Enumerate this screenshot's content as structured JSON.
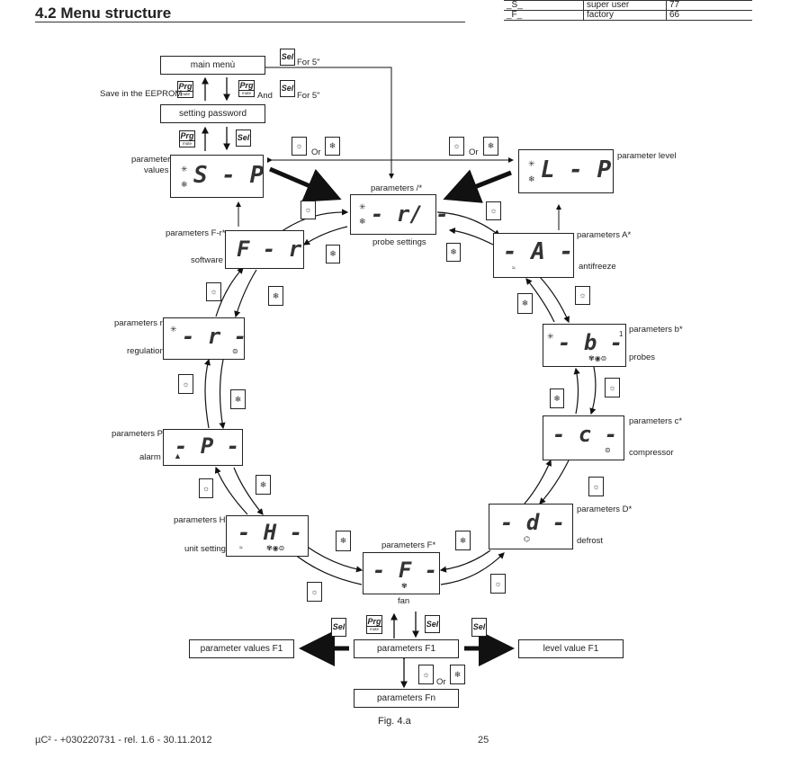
{
  "header": {
    "title": "4.2 Menu structure"
  },
  "top_table": [
    {
      "code": "_S_",
      "name": "super user",
      "value": "77"
    },
    {
      "code": "_F_",
      "name": "factory",
      "value": "66"
    }
  ],
  "boxes": {
    "main_menu": "main menù",
    "setting_password": "setting password",
    "parameters_f1": "parameters F1",
    "parameter_values_f1": "parameter values F1",
    "level_value_f1": "level value F1",
    "parameters_fn": "parameters Fn"
  },
  "labels": {
    "for5_1": "For 5\"",
    "for5_2": "For 5\"",
    "and": "And",
    "save_eeprom": "Save in the EEPROM",
    "or_left": "Or",
    "or_right": "Or",
    "or_bottom": "Or",
    "param_values_1": "parameter",
    "param_values_2": "values",
    "parameter_level": "parameter level",
    "parameters_slash": "parameters /*",
    "probe_settings": "probe settings",
    "parameters_fr": "parameters F-r*",
    "software": "software",
    "parameters_a": "parameters A*",
    "antifreeze": "antifreeze",
    "parameters_r": "parameters r*",
    "regulation": "regulation",
    "parameters_b": "parameters b*",
    "probes": "probes",
    "parameters_c": "parameters c*",
    "compressor": "compressor",
    "parameters_p": "parameters P*",
    "alarm": "alarm",
    "parameters_d": "parameters D*",
    "defrost": "defrost",
    "parameters_h": "parameters H*",
    "unit_setting": "unit setting",
    "parameters_f": "parameters F*",
    "fan": "fan",
    "fig": "Fig. 4.a"
  },
  "displays": {
    "sp": "S - P",
    "lp": "L - P",
    "slash": "- r/ -",
    "fr": "F - r",
    "a": "- A -",
    "r": "- r -",
    "b": "- b -",
    "b_sup": "1",
    "c": "- c -",
    "p": "- P -",
    "d": "- d -",
    "h": "- H -",
    "f": "- F -"
  },
  "keys": {
    "sel": "Sel",
    "prg": "Prg",
    "mute": "mute"
  },
  "footer": {
    "left": "µC² - +030220731 - rel. 1.6 - 30.11.2012",
    "page": "25"
  }
}
